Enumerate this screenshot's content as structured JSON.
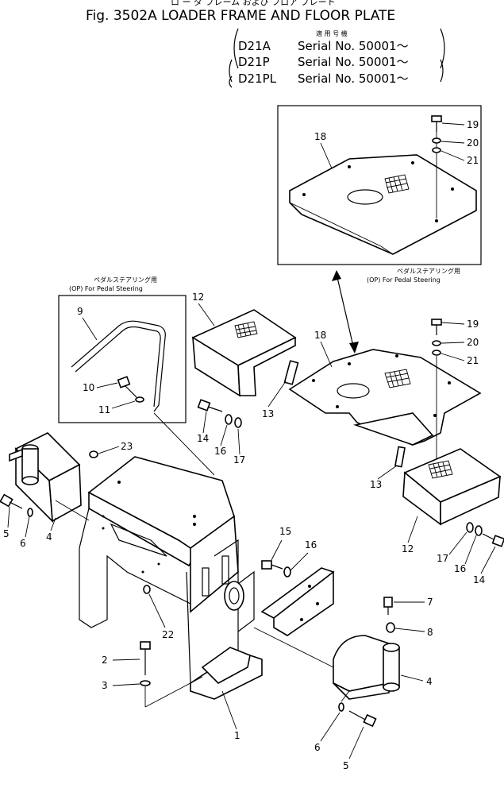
{
  "title": {
    "top_kana": "ロ ー ダ  フレーム  および  フロア  プレート",
    "main": "Fig. 3502A LOADER FRAME AND FLOOR PLATE",
    "applicable_jp": "適 用 号 機",
    "serials": [
      {
        "model": "D21A",
        "text": "Serial No. 50001～"
      },
      {
        "model": "D21P",
        "text": "Serial No. 50001～"
      },
      {
        "model": "D21PL",
        "text": "Serial No. 50001～"
      }
    ]
  },
  "option_captions": {
    "left_jp": "ペダルステアリング用",
    "left_en": "(OP)  For Pedal Steering",
    "right_jp": "ペダルステアリング用",
    "right_en": "(OP)  For Pedal Steering"
  },
  "callouts": {
    "c1": "1",
    "c2": "2",
    "c3": "3",
    "c4a": "4",
    "c4b": "4",
    "c5a": "5",
    "c5b": "5",
    "c6a": "6",
    "c6b": "6",
    "c7": "7",
    "c8": "8",
    "c9": "9",
    "c10": "10",
    "c11": "11",
    "c12a": "12",
    "c12b": "12",
    "c13a": "13",
    "c13b": "13",
    "c14a": "14",
    "c14b": "14",
    "c15": "15",
    "c16a": "16",
    "c16b": "16",
    "c16c": "16",
    "c17a": "17",
    "c17b": "17",
    "c18a": "18",
    "c18b": "18",
    "c19a": "19",
    "c19b": "19",
    "c20a": "20",
    "c20b": "20",
    "c21a": "21",
    "c21b": "21",
    "c22": "22",
    "c23": "23"
  }
}
